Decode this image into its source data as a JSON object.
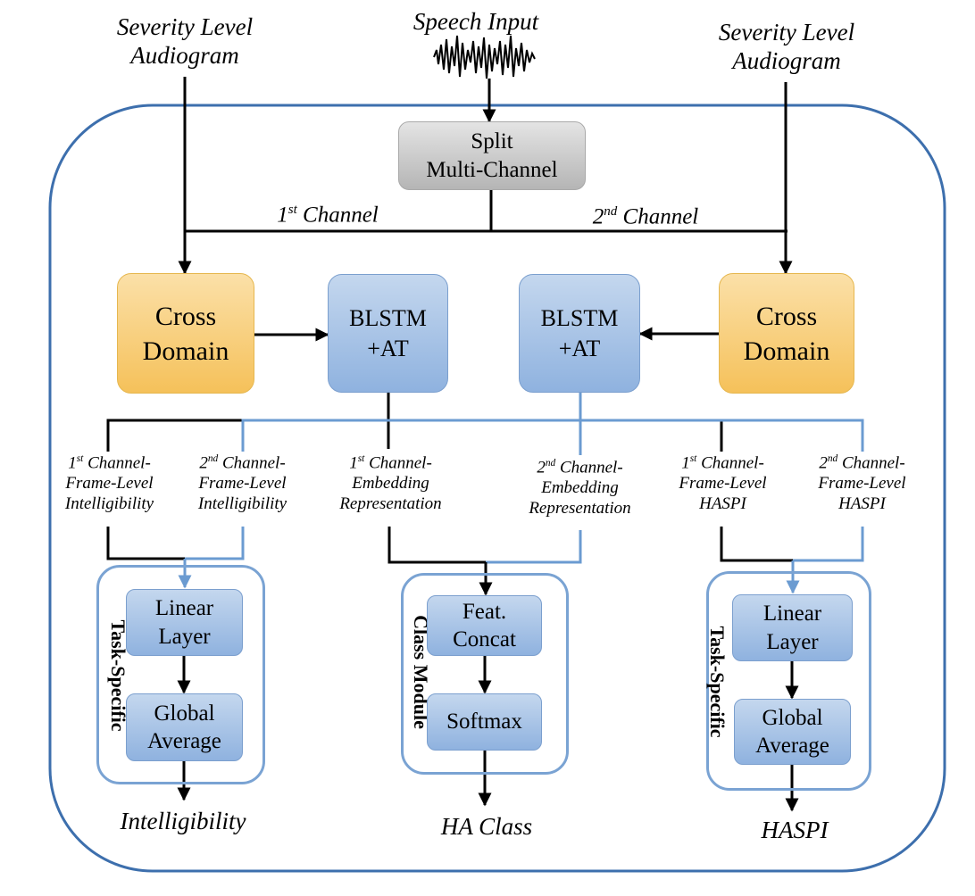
{
  "inputs": {
    "speech_input": "Speech Input",
    "left_severity_line1": "Severity Level",
    "left_severity_line2": "Audiogram",
    "right_severity_line1": "Severity Level",
    "right_severity_line2": "Audiogram"
  },
  "split": {
    "line1": "Split",
    "line2": "Multi-Channel"
  },
  "channels": {
    "first_num": "1",
    "first_sup": "st",
    "first_text": " Channel",
    "second_num": "2",
    "second_sup": "nd",
    "second_text": " Channel"
  },
  "cross_domain": {
    "line1": "Cross",
    "line2": "Domain"
  },
  "blstm": {
    "line1": "BLSTM",
    "line2": "+AT"
  },
  "features": {
    "f1": {
      "num": "1",
      "sup": "st",
      "line1": " Channel-",
      "line2": "Frame-Level",
      "line3": "Intelligibility"
    },
    "f2": {
      "num": "2",
      "sup": "nd",
      "line1": " Channel-",
      "line2": "Frame-Level",
      "line3": "Intelligibility"
    },
    "f3": {
      "num": "1",
      "sup": "st",
      "line1": " Channel-",
      "line2": "Embedding",
      "line3": "Representation"
    },
    "f4": {
      "num": "2",
      "sup": "nd",
      "line1": " Channel-",
      "line2": "Embedding",
      "line3": "Representation"
    },
    "f5": {
      "num": "1",
      "sup": "st",
      "line1": " Channel-",
      "line2": "Frame-Level",
      "line3": "HASPI"
    },
    "f6": {
      "num": "2",
      "sup": "nd",
      "line1": " Channel-",
      "line2": "Frame-Level",
      "line3": "HASPI"
    }
  },
  "modules": {
    "left": {
      "side_label": "Task-Specific",
      "box1_line1": "Linear",
      "box1_line2": "Layer",
      "box2_line1": "Global",
      "box2_line2": "Average"
    },
    "middle": {
      "side_label": "Class Module",
      "box1_line1": "Feat.",
      "box1_line2": "Concat",
      "box2_line1": "Softmax"
    },
    "right": {
      "side_label": "Task-Specific",
      "box1_line1": "Linear",
      "box1_line2": "Layer",
      "box2_line1": "Global",
      "box2_line2": "Average"
    }
  },
  "outputs": {
    "left": "Intelligibility",
    "middle": "HA Class",
    "right": "HASPI"
  },
  "colors": {
    "outer_frame": "#3d6fad",
    "module_frame": "#7aa3d3",
    "channel2_line": "#6b9bd1",
    "cross_domain_fill": "#f5c15a",
    "blstm_fill": "#8fb2df",
    "split_fill": "#c8c8c8"
  }
}
